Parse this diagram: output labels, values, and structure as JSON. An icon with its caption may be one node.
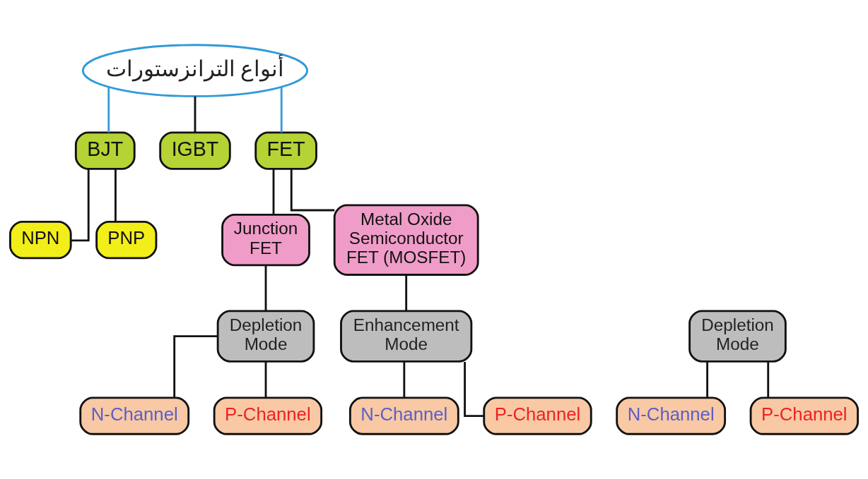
{
  "diagram": {
    "nodes": [
      {
        "text": [
          "أنواع الترانزستورات"
        ]
      },
      {
        "text": [
          "BJT"
        ]
      },
      {
        "text": [
          "IGBT"
        ]
      },
      {
        "text": [
          "FET"
        ]
      },
      {
        "text": [
          "NPN"
        ]
      },
      {
        "text": [
          "PNP"
        ]
      },
      {
        "text": [
          "Junction FET"
        ]
      },
      {
        "text": [
          "Metal Oxide Semiconductor FET (MOSFET)"
        ]
      },
      {
        "text": [
          "Depletion Mode"
        ]
      },
      {
        "text": [
          "Depletion Mode"
        ]
      },
      {
        "text": [
          "Enhancement Mode"
        ]
      },
      {
        "text": [
          "N-Channel"
        ]
      },
      {
        "text": [
          "P-Channel"
        ]
      },
      {
        "text": [
          "N-Channel"
        ]
      },
      {
        "text": [
          "P-Channel"
        ]
      },
      {
        "text": [
          "N-Channel"
        ]
      },
      {
        "text": [
          "P-Channel"
        ]
      }
    ],
    "edges": [
      {
        "from": 0,
        "to": 1,
        "arrow": "none",
        "color": "#3a9ad9"
      },
      {
        "from": 0,
        "to": 2,
        "arrow": "none"
      },
      {
        "from": 0,
        "to": 3,
        "arrow": "none",
        "color": "#3a9ad9"
      },
      {
        "from": 1,
        "to": 4,
        "arrow": "none"
      },
      {
        "from": 1,
        "to": 5,
        "arrow": "none"
      },
      {
        "from": 3,
        "to": 6,
        "arrow": "none"
      },
      {
        "from": 3,
        "to": 7,
        "arrow": "none"
      },
      {
        "from": 6,
        "to": 8,
        "arrow": "none"
      },
      {
        "from": 7,
        "to": 10,
        "arrow": "none"
      },
      {
        "from": 8,
        "to": 11,
        "arrow": "none"
      },
      {
        "from": 8,
        "to": 12,
        "arrow": "none"
      },
      {
        "from": 9,
        "to": 13,
        "arrow": "none"
      },
      {
        "from": 9,
        "to": 14,
        "arrow": "none"
      },
      {
        "from": 10,
        "to": 15,
        "arrow": "none"
      },
      {
        "from": 10,
        "to": 16,
        "arrow": "none"
      }
    ]
  }
}
